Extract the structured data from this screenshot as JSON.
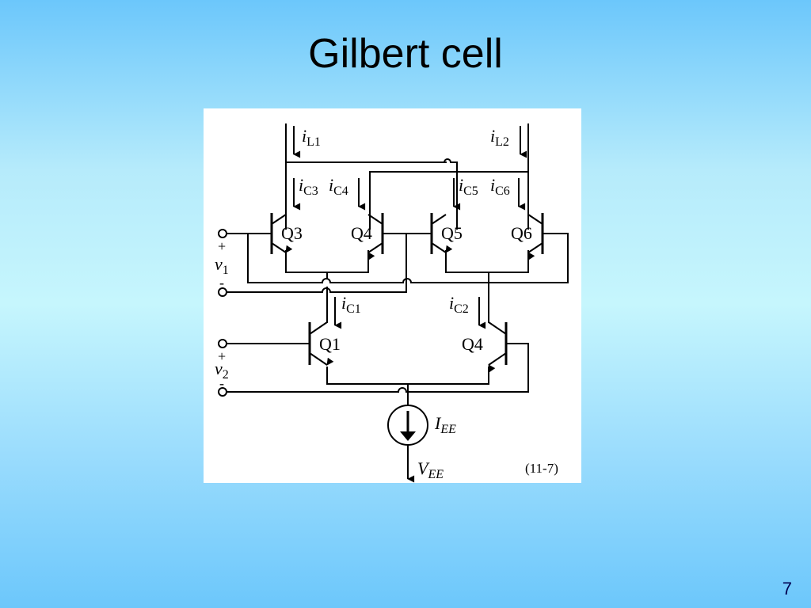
{
  "slide": {
    "title": "Gilbert cell",
    "page_number": "7"
  },
  "diagram": {
    "figure_id": "(11-7)",
    "transistors": {
      "q3": "Q3",
      "q4_upper": "Q4",
      "q5": "Q5",
      "q6": "Q6",
      "q1": "Q1",
      "q4_lower": "Q4"
    },
    "currents": {
      "i_symbol": "i",
      "iL1_sub": "L1",
      "iL2_sub": "L2",
      "iC3_sub": "C3",
      "iC4_sub": "C4",
      "iC5_sub": "C5",
      "iC6_sub": "C6",
      "iC1_sub": "C1",
      "iC2_sub": "C2",
      "IEE_main": "I",
      "IEE_sub": "EE"
    },
    "supply": {
      "main": "V",
      "sub": "EE"
    },
    "inputs": {
      "v1_main": "v",
      "v1_sub": "1",
      "v2_main": "v",
      "v2_sub": "2",
      "plus": "+",
      "minus": "-"
    }
  }
}
